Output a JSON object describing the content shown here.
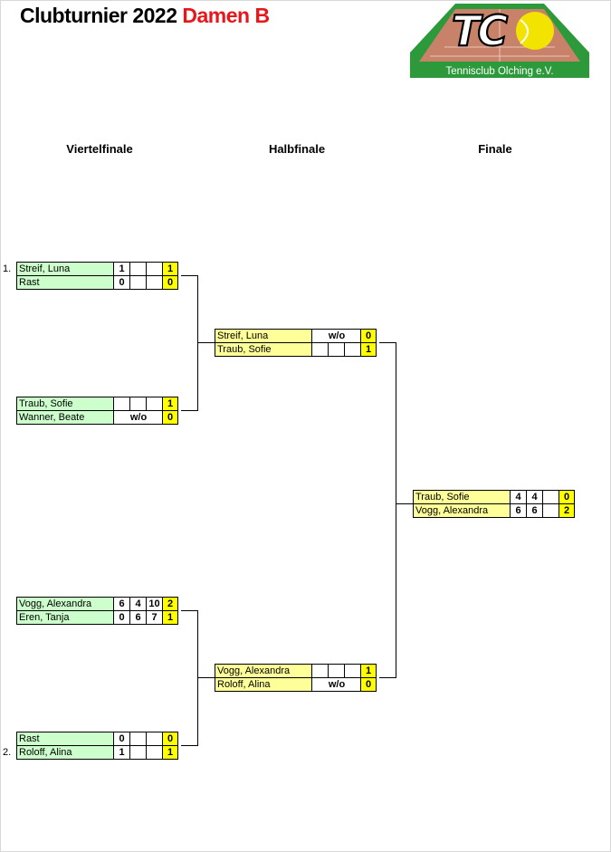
{
  "title": {
    "main": "Clubturnier 2022",
    "category": "Damen B"
  },
  "logo": {
    "letters": "TC",
    "club": "Tennisclub Olching e.V."
  },
  "rounds": [
    "Viertelfinale",
    "Halbfinale",
    "Finale"
  ],
  "seeds": [
    "1.",
    "2."
  ],
  "matches": [
    {
      "round": "Viertelfinale",
      "p1": {
        "name": "Streif, Luna",
        "sets": [
          "1",
          "",
          ""
        ],
        "wo": "",
        "result": "1"
      },
      "p2": {
        "name": "Rast",
        "sets": [
          "0",
          "",
          ""
        ],
        "wo": "",
        "result": "0"
      }
    },
    {
      "round": "Viertelfinale",
      "p1": {
        "name": "Traub, Sofie",
        "sets": [
          "",
          "",
          ""
        ],
        "wo": "",
        "result": "1"
      },
      "p2": {
        "name": "Wanner, Beate",
        "sets": [
          "",
          "",
          ""
        ],
        "wo": "w/o",
        "result": "0"
      }
    },
    {
      "round": "Viertelfinale",
      "p1": {
        "name": "Vogg, Alexandra",
        "sets": [
          "6",
          "4",
          "10"
        ],
        "wo": "",
        "result": "2"
      },
      "p2": {
        "name": "Eren, Tanja",
        "sets": [
          "0",
          "6",
          "7"
        ],
        "wo": "",
        "result": "1"
      }
    },
    {
      "round": "Viertelfinale",
      "p1": {
        "name": "Rast",
        "sets": [
          "0",
          "",
          ""
        ],
        "wo": "",
        "result": "0"
      },
      "p2": {
        "name": "Roloff, Alina",
        "sets": [
          "1",
          "",
          ""
        ],
        "wo": "",
        "result": "1"
      }
    },
    {
      "round": "Halbfinale",
      "p1": {
        "name": "Streif, Luna",
        "sets": [
          "",
          "",
          ""
        ],
        "wo": "w/o",
        "result": "0"
      },
      "p2": {
        "name": "Traub, Sofie",
        "sets": [
          "",
          "",
          ""
        ],
        "wo": "",
        "result": "1"
      }
    },
    {
      "round": "Halbfinale",
      "p1": {
        "name": "Vogg, Alexandra",
        "sets": [
          "",
          "",
          ""
        ],
        "wo": "",
        "result": "1"
      },
      "p2": {
        "name": "Roloff, Alina",
        "sets": [
          "",
          "",
          ""
        ],
        "wo": "w/o",
        "result": "0"
      }
    },
    {
      "round": "Finale",
      "p1": {
        "name": "Traub, Sofie",
        "sets": [
          "4",
          "4",
          ""
        ],
        "wo": "",
        "result": "0"
      },
      "p2": {
        "name": "Vogg, Alexandra",
        "sets": [
          "6",
          "6",
          ""
        ],
        "wo": "",
        "result": "2"
      }
    }
  ],
  "colors": {
    "quarterfinal_name": "#ccffcc",
    "later_name": "#ffff99",
    "result": "#ffff00",
    "title_accent": "#e8161b",
    "logo_green": "#2c9a3a",
    "logo_clay": "#c8826a"
  }
}
